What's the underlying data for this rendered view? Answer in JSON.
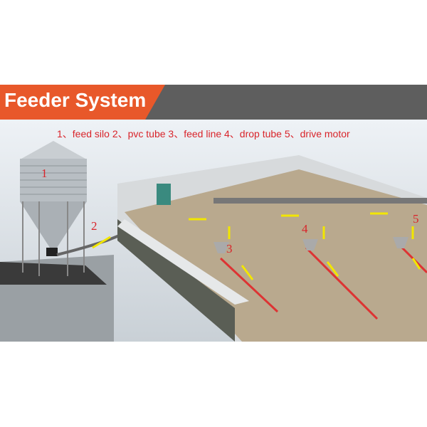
{
  "header": {
    "title": "Feeder System",
    "accent": "#e8582a",
    "bar_color": "#5e5e5e"
  },
  "legend": "1、feed silo 2、pvc tube 3、feed line 4、drop tube 5、drive motor",
  "labels": [
    "1",
    "2",
    "3",
    "4",
    "5"
  ],
  "colors": {
    "label": "#d9242a",
    "arrow": "#f2e600"
  }
}
